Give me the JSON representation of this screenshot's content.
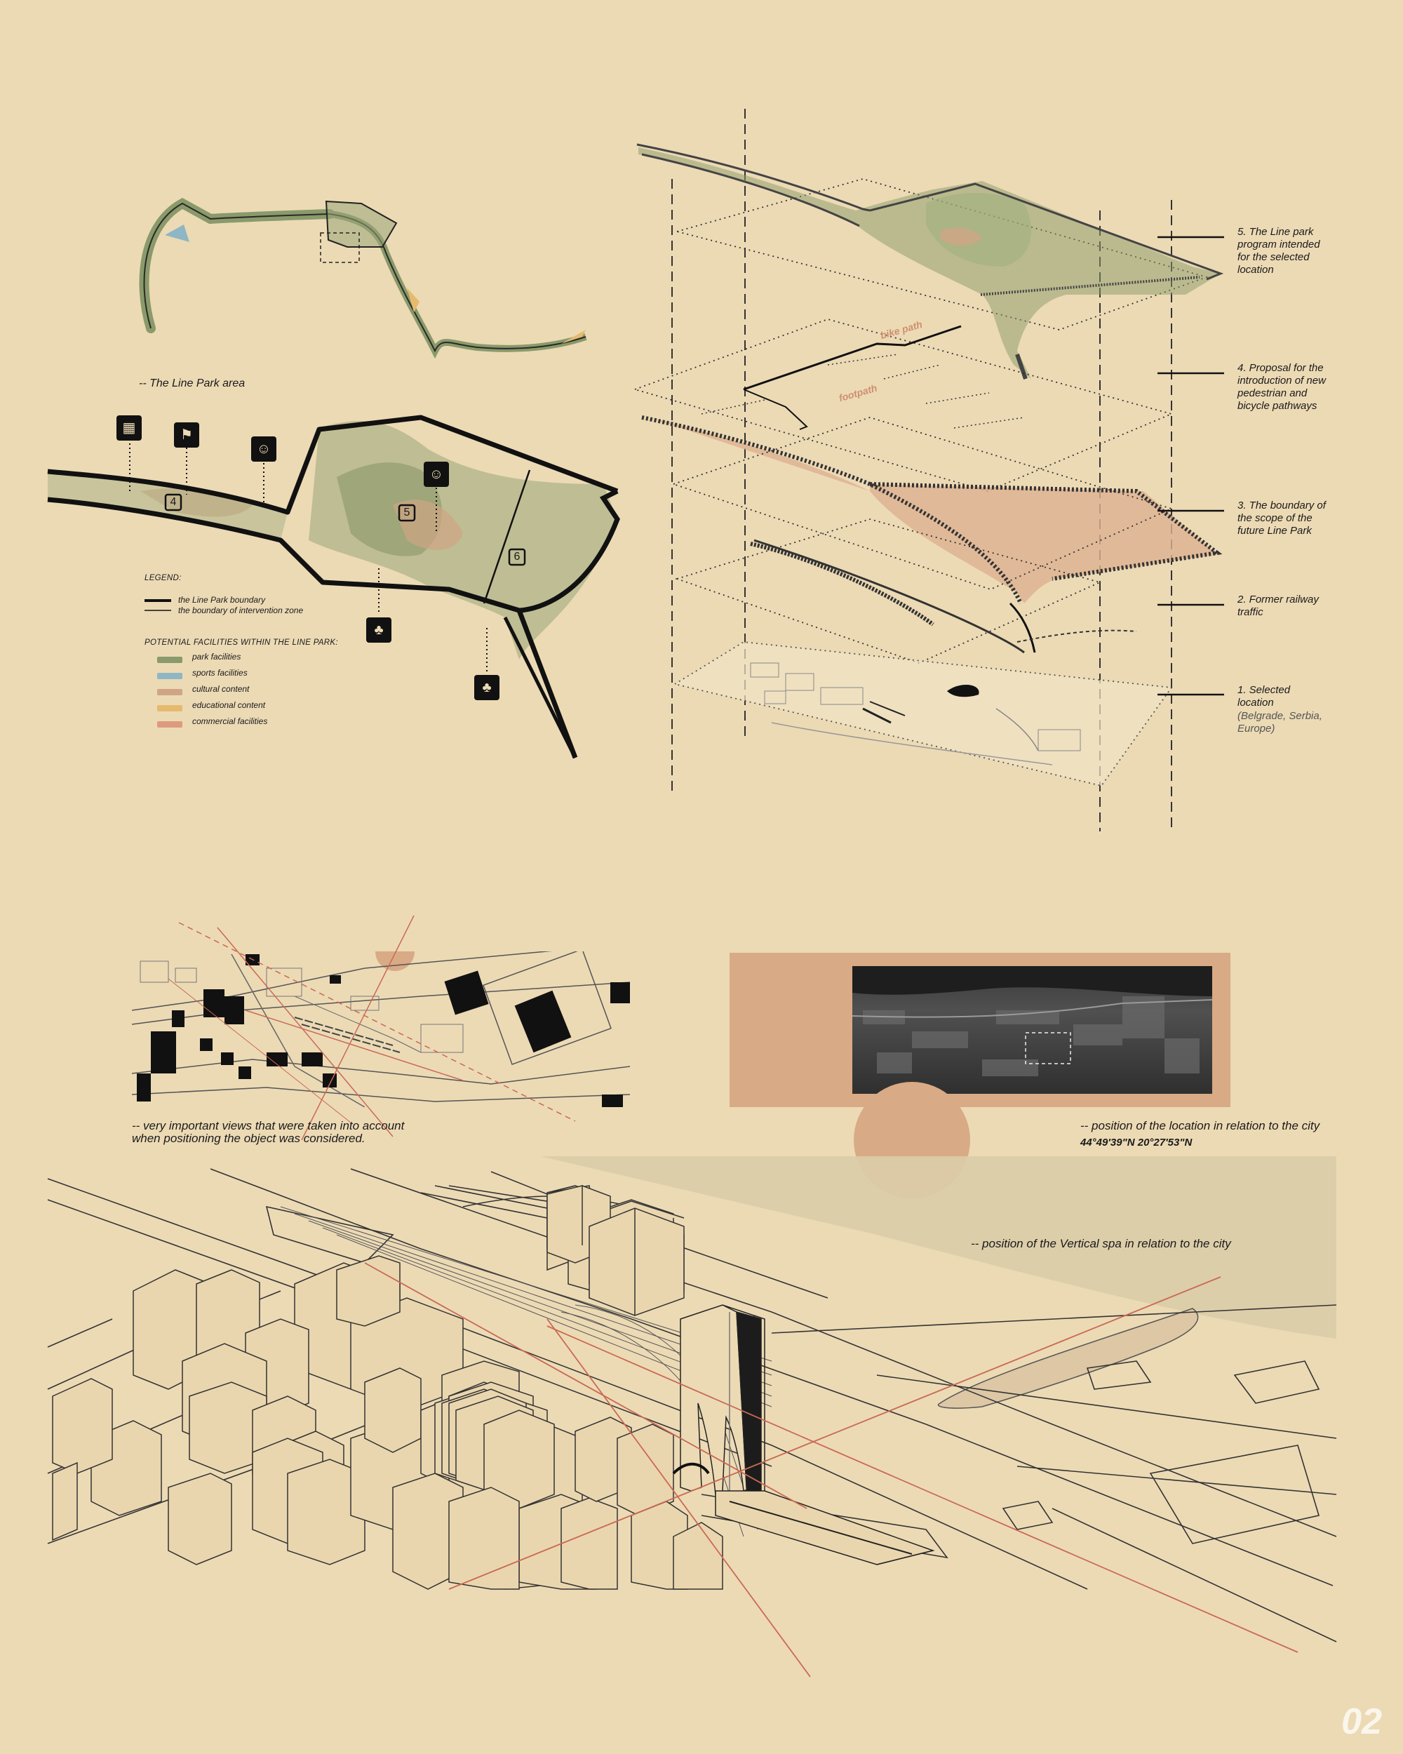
{
  "captions": {
    "line_park_area": "-- The Line Park area",
    "views": "-- very important views that were taken into account\nwhen positioning the object was considered.",
    "location_city": "-- position of the location in relation to the city",
    "coordinates": "44°49'39\"N  20°27'53\"N",
    "vertical_spa": "-- position of the Vertical spa in relation to the city"
  },
  "legend": {
    "title": "LEGEND:",
    "boundary": "the Line Park boundary",
    "intervention": "the boundary of intervention zone",
    "facilities_title": "POTENTIAL FACILITIES WITHIN THE LINE PARK:",
    "items": [
      {
        "label": "park facilities",
        "color": "#8a9a6a"
      },
      {
        "label": "sports facilities",
        "color": "#8fb6c4"
      },
      {
        "label": "cultural content",
        "color": "#cfa585"
      },
      {
        "label": "educational content",
        "color": "#e6ba6e"
      },
      {
        "label": "commercial facilities",
        "color": "#de9a7e"
      }
    ]
  },
  "zones": {
    "z4": "4",
    "z5": "5",
    "z6": "6"
  },
  "layers": {
    "l5": "5. The Line park\nprogram intended\nfor the selected\nlocation",
    "l4": "4. Proposal for the\nintroduction of new\npedestrian and\nbicycle pathways",
    "l3": "3. The boundary of\nthe scope of the\nfuture Line Park",
    "l2": "2. Former railway\ntraffic",
    "l1": "1. Selected\nlocation",
    "l1_sub": "(Belgrade, Serbia,\nEurope)"
  },
  "paths": {
    "bike": "bike path",
    "foot": "footpath"
  },
  "page_number": "02",
  "colors": {
    "background": "#ecdab5",
    "accent": "#d9aa86",
    "park_green": "#8a9a6a",
    "red_line": "#c96a55"
  }
}
